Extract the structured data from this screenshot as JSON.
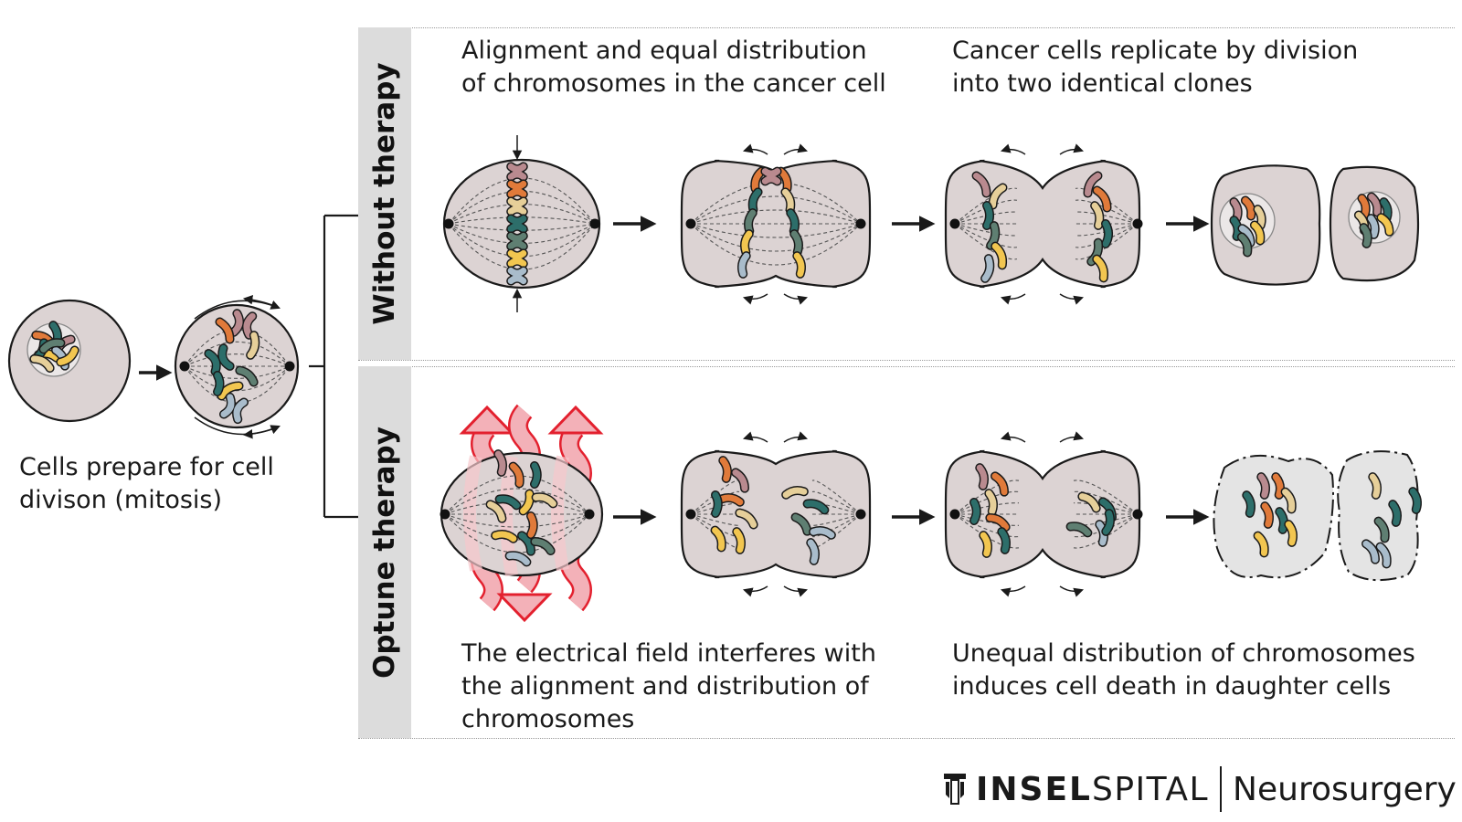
{
  "captions": {
    "mitosis": [
      "Cells prepare for cell",
      "divison (mitosis)"
    ],
    "alignment": [
      "Alignment and equal distribution",
      "of chromosomes in the cancer cell"
    ],
    "replicate": [
      "Cancer cells replicate by division",
      "into two identical clones"
    ],
    "interferes": [
      "The electrical field interferes with",
      "the alignment and distribution of",
      "chromosomes"
    ],
    "unequal": [
      "Unequal distribution of chromosomes",
      "induces cell death in daughter cells"
    ]
  },
  "panels": {
    "top_label": "Without therapy",
    "bottom_label": "Optune therapy"
  },
  "logo": {
    "bold_part": "INSEL",
    "light_part": "SPITAL",
    "department": "Neurosurgery"
  },
  "colors": {
    "cell_fill": "#dcd3d3",
    "cell_stroke": "#1a1a1a",
    "dead_cell_fill": "#e4e4e4",
    "field_red": "#e3202e",
    "field_pink": "#f3b1b8",
    "panel_label_bg": "#dcdcdc",
    "chromosomes": [
      "#e07a3a",
      "#2d6e6a",
      "#f2c650",
      "#b98a8f",
      "#a9bccb",
      "#5f7f72",
      "#e6cf99"
    ]
  }
}
